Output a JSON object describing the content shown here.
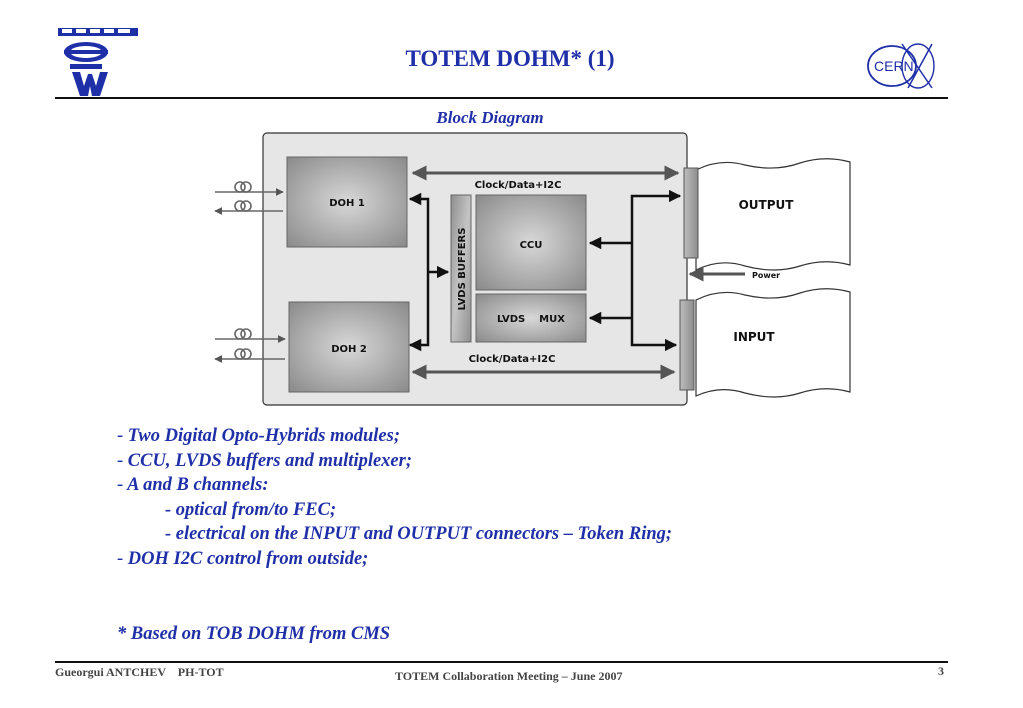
{
  "header": {
    "title": "TOTEM DOHM* (1)",
    "left_logo": "totem-logo",
    "right_logo": "cern-logo",
    "right_logo_text": "CERN"
  },
  "diagram": {
    "subtitle": "Block Diagram",
    "blocks": {
      "doh1": "DOH 1",
      "doh2": "DOH 2",
      "ccu": "CCU",
      "lvds_mux": "LVDS    MUX",
      "lvds_buffers": "LVDS BUFFERS",
      "output": "OUTPUT",
      "input": "INPUT",
      "power": "Power"
    },
    "bus_labels": {
      "top": "Clock/Data+I2C",
      "bottom": "Clock/Data+I2C"
    }
  },
  "bullets": [
    {
      "dash": "-",
      "text": "Two Digital Opto-Hybrids modules;"
    },
    {
      "dash": "-",
      "text": "CCU, LVDS buffers and multiplexer;"
    },
    {
      "dash": "-",
      "text": "A and B channels:"
    },
    {
      "dash": "-",
      "text": "optical from/to FEC;"
    },
    {
      "dash": "-",
      "text": "electrical on the INPUT and OUTPUT connectors – Token Ring;"
    },
    {
      "dash": "-",
      "text": "DOH I2C control from outside;"
    }
  ],
  "footnote": "* Based on TOB DOHM from CMS",
  "footer": {
    "author": "Gueorgui ANTCHEV    PH-TOT",
    "event": "TOTEM Collaboration Meeting – June 2007",
    "page": "3"
  },
  "colors": {
    "accent": "#1f2fa8",
    "board": "#e4e4e4",
    "block": "#a9a9a9"
  }
}
